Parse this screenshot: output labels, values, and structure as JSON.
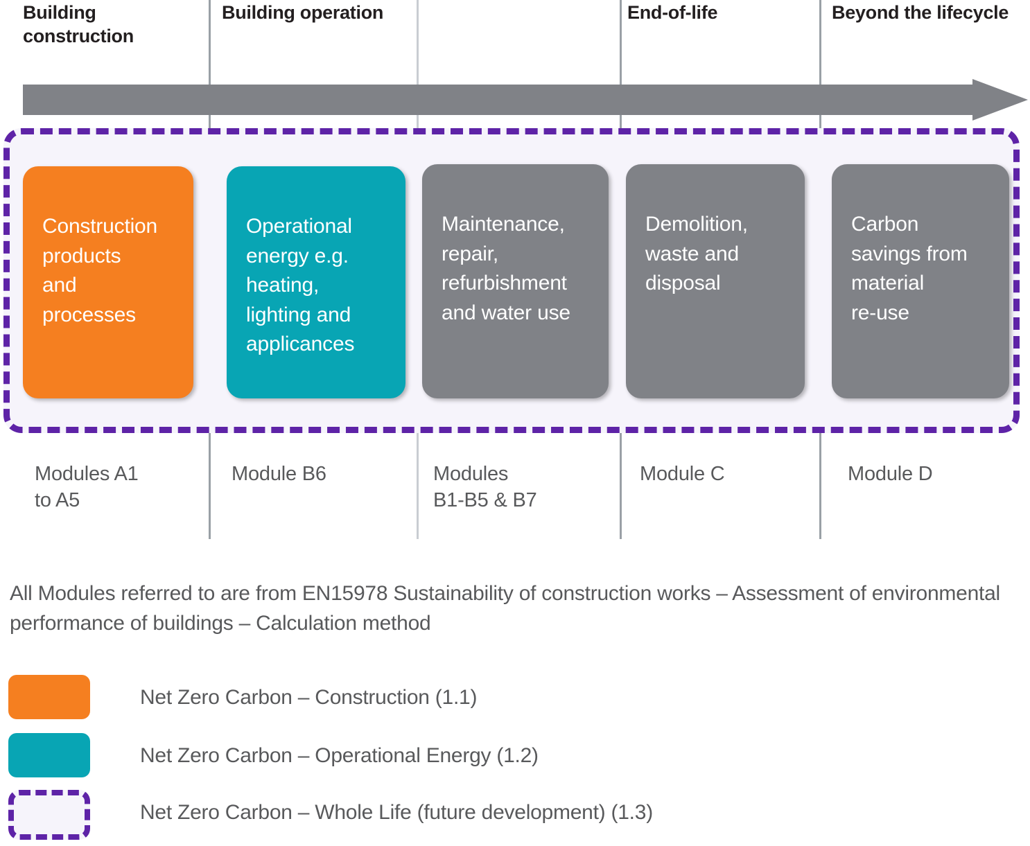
{
  "diagram": {
    "title": "Building lifecycle carbon modules",
    "colors": {
      "orange": "#f57f20",
      "teal": "#08a5b4",
      "grey": "#808287",
      "purple": "#5e23a7",
      "band_fill": "#f6f4fb",
      "divider": "#9aa0a6",
      "arrow": "#808287",
      "text_grey": "#58595b",
      "header_text": "#231f20"
    },
    "phases": [
      {
        "id": "building-construction",
        "label": "Building\nconstruction"
      },
      {
        "id": "building-operation",
        "label": "Building\noperation"
      },
      {
        "id": "end-of-life",
        "label": "End-of-life"
      },
      {
        "id": "beyond-the-lifecycle",
        "label": "Beyond the\nlifecycle"
      }
    ],
    "arrow": {
      "icon": "right-arrow-icon",
      "direction": "right"
    },
    "stages": [
      {
        "id": "construction-products",
        "text": "Construction\nproducts\nand\nprocesses",
        "color": "orange",
        "module": "Modules A1\nto A5"
      },
      {
        "id": "operational-energy",
        "text": "Operational\nenergy e.g.\nheating,\nlighting and\napplicances",
        "color": "teal",
        "module": "Module B6"
      },
      {
        "id": "maintenance-repair",
        "text": "Maintenance,\nrepair,\nrefurbishment\nand water use",
        "color": "grey",
        "module": "Modules\nB1-B5 & B7"
      },
      {
        "id": "demolition-waste",
        "text": "Demolition,\nwaste and\ndisposal",
        "color": "grey",
        "module": "Module C"
      },
      {
        "id": "carbon-savings",
        "text": "Carbon\nsavings from\nmaterial\nre-use",
        "color": "grey",
        "module": "Module D"
      }
    ],
    "footnote": "All Modules referred to are from  EN15978 Sustainability of construction works – Assessment of environmental performance of buildings – Calculation method",
    "legend": [
      {
        "id": "net-zero-construction",
        "swatch": "orange",
        "label": "Net Zero Carbon – Construction (1.1)"
      },
      {
        "id": "net-zero-operational-energy",
        "swatch": "teal",
        "label": "Net Zero Carbon – Operational Energy (1.2)"
      },
      {
        "id": "net-zero-whole-life",
        "swatch": "dashed",
        "label": "Net Zero Carbon – Whole Life (future development) (1.3)"
      }
    ]
  }
}
